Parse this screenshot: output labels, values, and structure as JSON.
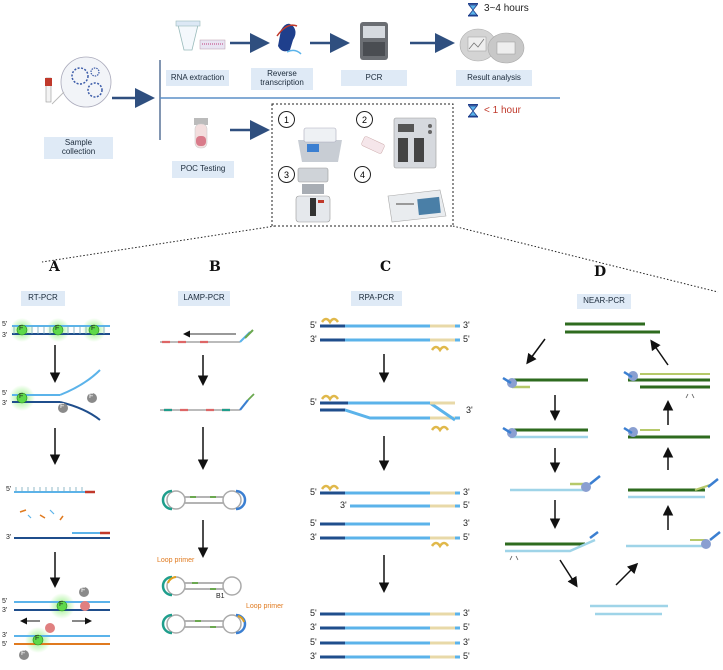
{
  "workflow": {
    "sample_collection": "Sample\ncollection",
    "rna_extraction": "RNA extraction",
    "reverse_transcription": "Reverse\ntranscription",
    "pcr": "PCR",
    "result_analysis": "Result analysis",
    "poc_testing": "POC Testing",
    "time_long": "3~4 hours",
    "time_short": "< 1 hour",
    "devices": [
      "1",
      "2",
      "3",
      "4"
    ]
  },
  "panels": [
    {
      "letter": "A",
      "title": "RT-PCR"
    },
    {
      "letter": "B",
      "title": "LAMP-PCR"
    },
    {
      "letter": "C",
      "title": "RPA-PCR"
    },
    {
      "letter": "D",
      "title": "NEAR-PCR"
    }
  ],
  "rtpcr": {
    "fluor": "F",
    "end5": "5'",
    "end3": "3'"
  },
  "lamp": {
    "loop_primer": "Loop primer",
    "b1": "B1"
  },
  "rpa": {
    "end5": "5'",
    "end3": "3'"
  },
  "colors": {
    "label_bg": "#dfeaf6",
    "arrow": "#2f4f7f",
    "dark_blue": "#1f4e8c",
    "light_blue": "#5bb3ea",
    "tan": "#e8d9a8",
    "dark_green": "#2e6b1f",
    "light_cyan": "#9fd4e8",
    "orange": "#e07a1f",
    "red": "#c0392b"
  }
}
